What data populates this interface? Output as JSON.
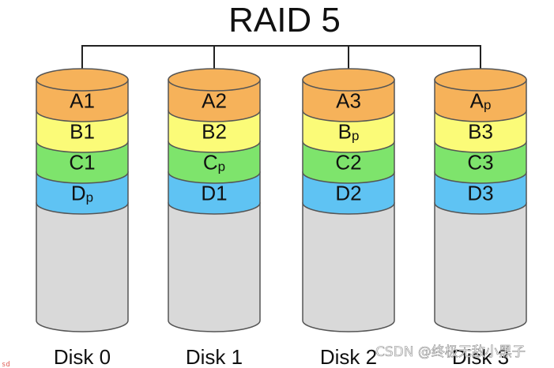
{
  "title": "RAID 5",
  "colors": {
    "A": "#f6b25a",
    "B": "#fbfb78",
    "C": "#7ee46c",
    "D": "#5fc3f3",
    "body": "#d9d9d9",
    "outline": "#555555",
    "connector": "#222222"
  },
  "disks": [
    {
      "label": "Disk 0",
      "blocks": [
        {
          "main": "A",
          "sub": "1",
          "parity": false
        },
        {
          "main": "B",
          "sub": "1",
          "parity": false
        },
        {
          "main": "C",
          "sub": "1",
          "parity": false
        },
        {
          "main": "D",
          "sub": "p",
          "parity": true
        }
      ]
    },
    {
      "label": "Disk 1",
      "blocks": [
        {
          "main": "A",
          "sub": "2",
          "parity": false
        },
        {
          "main": "B",
          "sub": "2",
          "parity": false
        },
        {
          "main": "C",
          "sub": "p",
          "parity": true
        },
        {
          "main": "D",
          "sub": "1",
          "parity": false
        }
      ]
    },
    {
      "label": "Disk 2",
      "blocks": [
        {
          "main": "A",
          "sub": "3",
          "parity": false
        },
        {
          "main": "B",
          "sub": "p",
          "parity": true
        },
        {
          "main": "C",
          "sub": "2",
          "parity": false
        },
        {
          "main": "D",
          "sub": "2",
          "parity": false
        }
      ]
    },
    {
      "label": "Disk 3",
      "blocks": [
        {
          "main": "A",
          "sub": "p",
          "parity": true
        },
        {
          "main": "B",
          "sub": "3",
          "parity": false
        },
        {
          "main": "C",
          "sub": "3",
          "parity": false
        },
        {
          "main": "D",
          "sub": "3",
          "parity": false
        }
      ]
    }
  ],
  "watermark": "CSDN @终极无敌小黑子",
  "corner_mark": "sd"
}
